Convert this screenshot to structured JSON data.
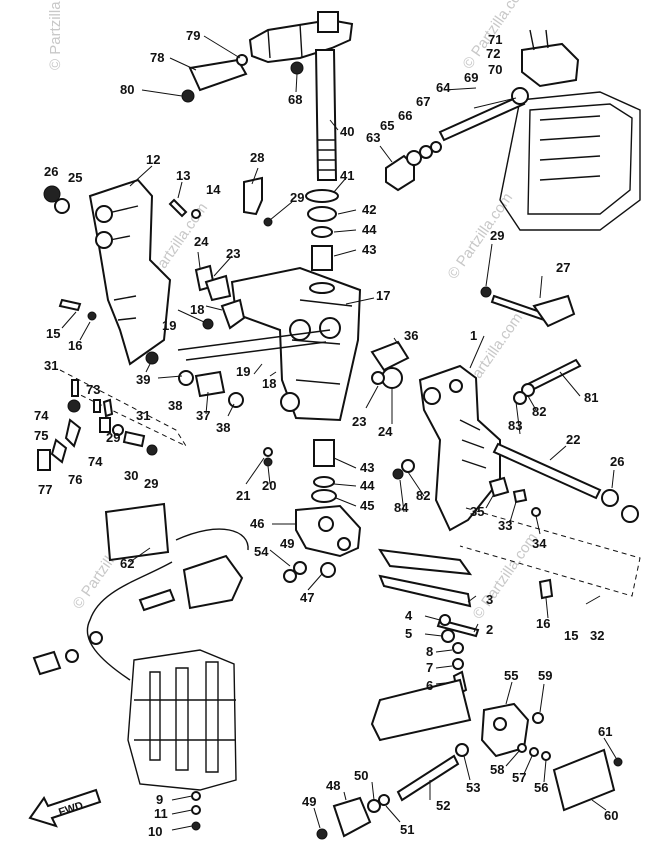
{
  "watermarks": [
    "© Partzilla.com",
    "© Partzilla.com",
    "© Partzilla.com",
    "© Partzilla.com",
    "© Partzilla.com",
    "© Partzilla.com",
    "© Partzilla.com"
  ],
  "fwd_label": "FWD",
  "callouts": [
    {
      "id": "c1",
      "text": "1"
    },
    {
      "id": "c2",
      "text": "2"
    },
    {
      "id": "c3",
      "text": "3"
    },
    {
      "id": "c4",
      "text": "4"
    },
    {
      "id": "c5",
      "text": "5"
    },
    {
      "id": "c6",
      "text": "6"
    },
    {
      "id": "c7",
      "text": "7"
    },
    {
      "id": "c8",
      "text": "8"
    },
    {
      "id": "c9",
      "text": "9"
    },
    {
      "id": "c10",
      "text": "10"
    },
    {
      "id": "c11",
      "text": "11"
    },
    {
      "id": "c12",
      "text": "12"
    },
    {
      "id": "c13",
      "text": "13"
    },
    {
      "id": "c14",
      "text": "14"
    },
    {
      "id": "c15a",
      "text": "15"
    },
    {
      "id": "c15b",
      "text": "15"
    },
    {
      "id": "c16a",
      "text": "16"
    },
    {
      "id": "c16b",
      "text": "16"
    },
    {
      "id": "c17",
      "text": "17"
    },
    {
      "id": "c18a",
      "text": "18"
    },
    {
      "id": "c18b",
      "text": "18"
    },
    {
      "id": "c19a",
      "text": "19"
    },
    {
      "id": "c19b",
      "text": "19"
    },
    {
      "id": "c20",
      "text": "20"
    },
    {
      "id": "c21",
      "text": "21"
    },
    {
      "id": "c22",
      "text": "22"
    },
    {
      "id": "c23a",
      "text": "23"
    },
    {
      "id": "c23b",
      "text": "23"
    },
    {
      "id": "c24a",
      "text": "24"
    },
    {
      "id": "c24b",
      "text": "24"
    },
    {
      "id": "c25",
      "text": "25"
    },
    {
      "id": "c26a",
      "text": "26"
    },
    {
      "id": "c26b",
      "text": "26"
    },
    {
      "id": "c27",
      "text": "27"
    },
    {
      "id": "c28",
      "text": "28"
    },
    {
      "id": "c29a",
      "text": "29"
    },
    {
      "id": "c29b",
      "text": "29"
    },
    {
      "id": "c29c",
      "text": "29"
    },
    {
      "id": "c29d",
      "text": "29"
    },
    {
      "id": "c30",
      "text": "30"
    },
    {
      "id": "c31a",
      "text": "31"
    },
    {
      "id": "c31b",
      "text": "31"
    },
    {
      "id": "c32",
      "text": "32"
    },
    {
      "id": "c33",
      "text": "33"
    },
    {
      "id": "c34",
      "text": "34"
    },
    {
      "id": "c35",
      "text": "35"
    },
    {
      "id": "c36",
      "text": "36"
    },
    {
      "id": "c37",
      "text": "37"
    },
    {
      "id": "c38a",
      "text": "38"
    },
    {
      "id": "c38b",
      "text": "38"
    },
    {
      "id": "c39",
      "text": "39"
    },
    {
      "id": "c40",
      "text": "40"
    },
    {
      "id": "c41",
      "text": "41"
    },
    {
      "id": "c42",
      "text": "42"
    },
    {
      "id": "c43a",
      "text": "43"
    },
    {
      "id": "c43b",
      "text": "43"
    },
    {
      "id": "c44a",
      "text": "44"
    },
    {
      "id": "c44b",
      "text": "44"
    },
    {
      "id": "c45",
      "text": "45"
    },
    {
      "id": "c46",
      "text": "46"
    },
    {
      "id": "c47",
      "text": "47"
    },
    {
      "id": "c48",
      "text": "48"
    },
    {
      "id": "c49a",
      "text": "49"
    },
    {
      "id": "c49b",
      "text": "49"
    },
    {
      "id": "c50",
      "text": "50"
    },
    {
      "id": "c51",
      "text": "51"
    },
    {
      "id": "c52",
      "text": "52"
    },
    {
      "id": "c53",
      "text": "53"
    },
    {
      "id": "c54",
      "text": "54"
    },
    {
      "id": "c55",
      "text": "55"
    },
    {
      "id": "c56",
      "text": "56"
    },
    {
      "id": "c57",
      "text": "57"
    },
    {
      "id": "c58",
      "text": "58"
    },
    {
      "id": "c59",
      "text": "59"
    },
    {
      "id": "c60",
      "text": "60"
    },
    {
      "id": "c61",
      "text": "61"
    },
    {
      "id": "c62",
      "text": "62"
    },
    {
      "id": "c63",
      "text": "63"
    },
    {
      "id": "c64",
      "text": "64"
    },
    {
      "id": "c65",
      "text": "65"
    },
    {
      "id": "c66",
      "text": "66"
    },
    {
      "id": "c67",
      "text": "67"
    },
    {
      "id": "c68",
      "text": "68"
    },
    {
      "id": "c69",
      "text": "69"
    },
    {
      "id": "c70",
      "text": "70"
    },
    {
      "id": "c71",
      "text": "71"
    },
    {
      "id": "c72",
      "text": "72"
    },
    {
      "id": "c73",
      "text": "73"
    },
    {
      "id": "c74a",
      "text": "74"
    },
    {
      "id": "c74b",
      "text": "74"
    },
    {
      "id": "c75",
      "text": "75"
    },
    {
      "id": "c76",
      "text": "76"
    },
    {
      "id": "c77",
      "text": "77"
    },
    {
      "id": "c78",
      "text": "78"
    },
    {
      "id": "c79",
      "text": "79"
    },
    {
      "id": "c80",
      "text": "80"
    },
    {
      "id": "c81",
      "text": "81"
    },
    {
      "id": "c82a",
      "text": "82"
    },
    {
      "id": "c82b",
      "text": "82"
    },
    {
      "id": "c83",
      "text": "83"
    },
    {
      "id": "c84",
      "text": "84"
    }
  ]
}
